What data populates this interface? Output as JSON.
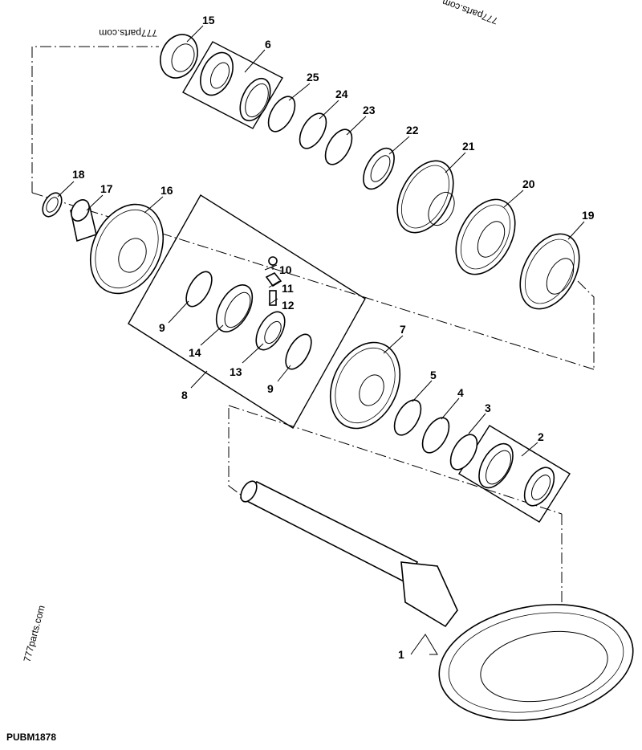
{
  "diagram_code": "PUBM1878",
  "watermarks": [
    "777parts.com",
    "777parts.com",
    "777parts.com"
  ],
  "callouts": [
    {
      "id": "c1",
      "label": "1"
    },
    {
      "id": "c2",
      "label": "2"
    },
    {
      "id": "c3",
      "label": "3"
    },
    {
      "id": "c4",
      "label": "4"
    },
    {
      "id": "c5",
      "label": "5"
    },
    {
      "id": "c6",
      "label": "6"
    },
    {
      "id": "c7",
      "label": "7"
    },
    {
      "id": "c8",
      "label": "8"
    },
    {
      "id": "c9a",
      "label": "9"
    },
    {
      "id": "c9b",
      "label": "9"
    },
    {
      "id": "c10",
      "label": "10"
    },
    {
      "id": "c11",
      "label": "11"
    },
    {
      "id": "c12",
      "label": "12"
    },
    {
      "id": "c13",
      "label": "13"
    },
    {
      "id": "c14",
      "label": "14"
    },
    {
      "id": "c15",
      "label": "15"
    },
    {
      "id": "c16",
      "label": "16"
    },
    {
      "id": "c17",
      "label": "17"
    },
    {
      "id": "c18",
      "label": "18"
    },
    {
      "id": "c19",
      "label": "19"
    },
    {
      "id": "c20",
      "label": "20"
    },
    {
      "id": "c21",
      "label": "21"
    },
    {
      "id": "c22",
      "label": "22"
    },
    {
      "id": "c23",
      "label": "23"
    },
    {
      "id": "c24",
      "label": "24"
    },
    {
      "id": "c25",
      "label": "25"
    }
  ]
}
